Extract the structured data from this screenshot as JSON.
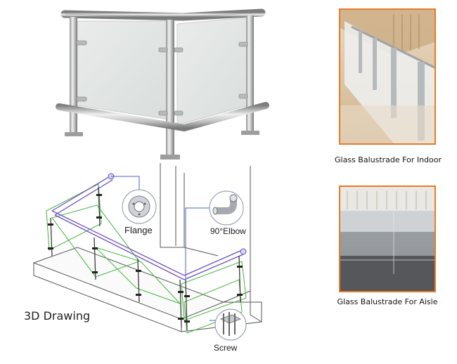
{
  "diagram": {
    "title": "3D Drawing",
    "callouts": {
      "flange": "Flange",
      "elbow": "90°Elbow",
      "screw": "Screw"
    }
  },
  "photos": [
    {
      "caption": "Glass Balustrade For Indoor"
    },
    {
      "caption": "Glass Balustrade For Aisle"
    }
  ],
  "colors": {
    "photo_border": "#e57b2a",
    "drawing_rail": "#6a4fc2",
    "drawing_glass": "#52b84a",
    "leader_line": "#4a62c9"
  }
}
